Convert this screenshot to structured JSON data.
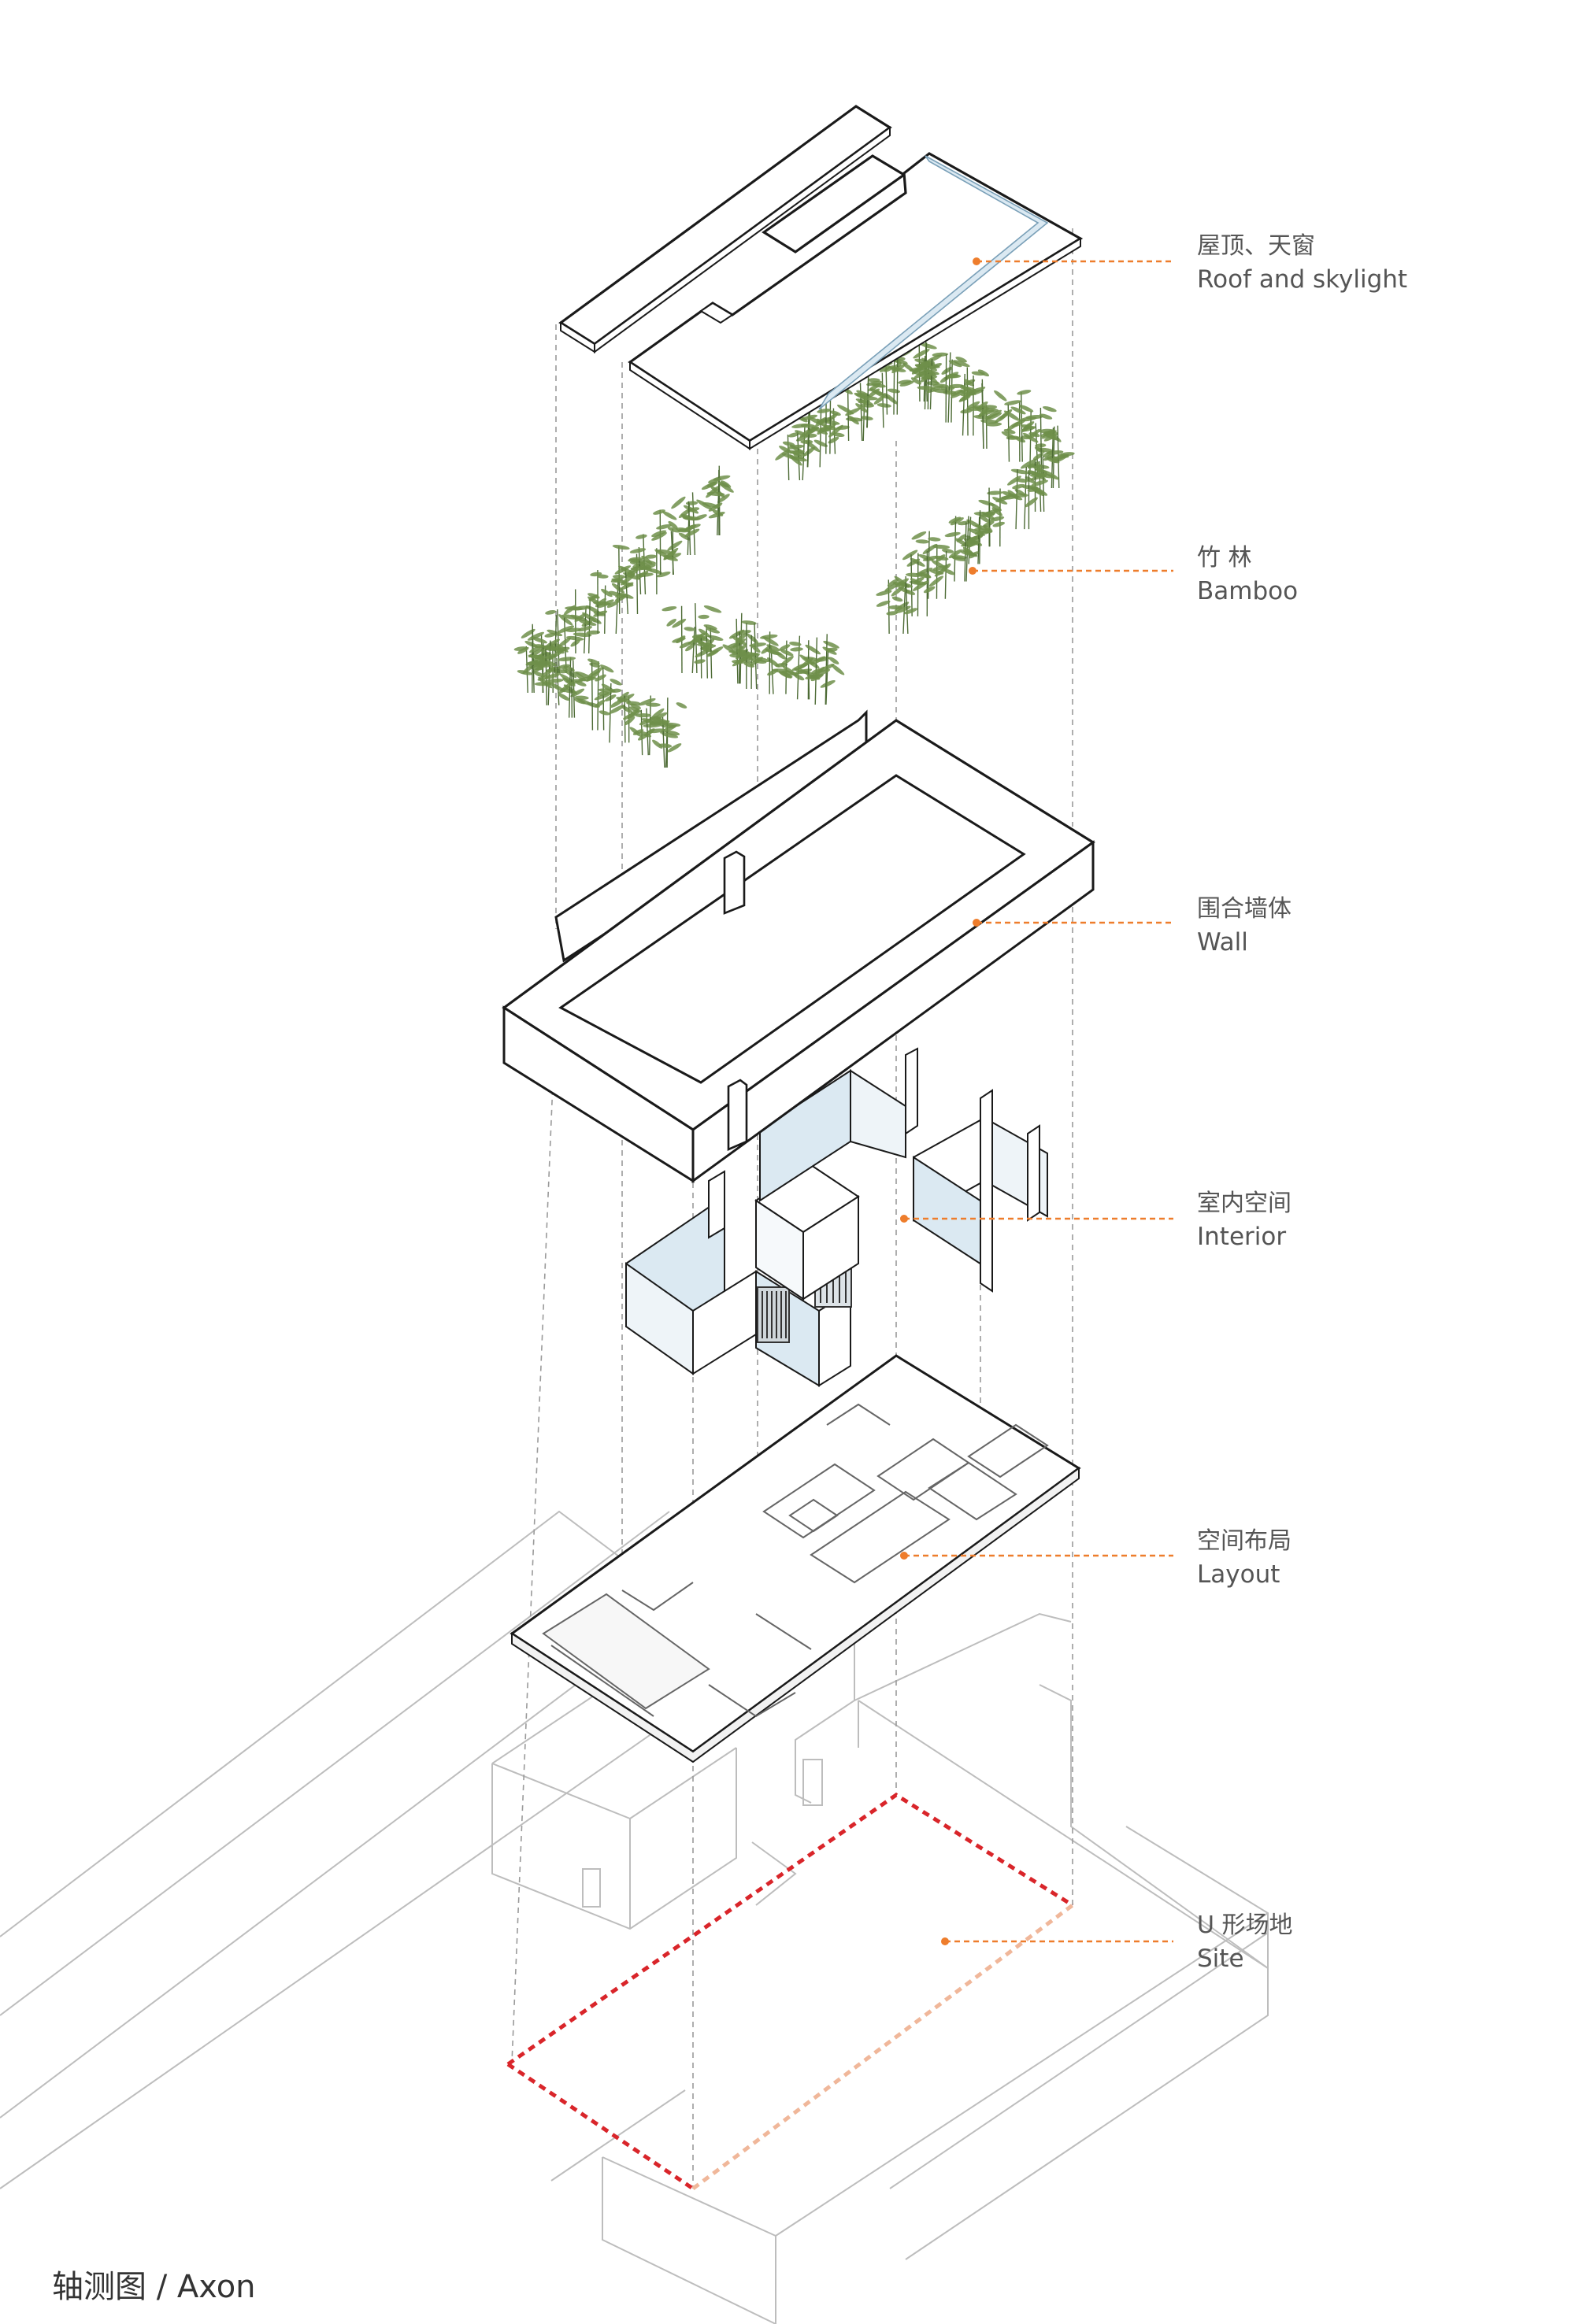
{
  "caption": "轴测图 / Axon",
  "layers": [
    {
      "id": "roof",
      "label_cn": "屋顶、天窗",
      "label_en": "Roof and skylight"
    },
    {
      "id": "bamboo",
      "label_cn": "竹 林",
      "label_en": "Bamboo"
    },
    {
      "id": "wall",
      "label_cn": "围合墙体",
      "label_en": "Wall"
    },
    {
      "id": "interior",
      "label_cn": "室内空间",
      "label_en": "Interior"
    },
    {
      "id": "layout",
      "label_cn": "空间布局",
      "label_en": "Layout"
    },
    {
      "id": "site",
      "label_cn": "U 形场地",
      "label_en": "Site"
    }
  ],
  "colors": {
    "leader": "#ee7d2c",
    "site_outline": "#d9252a",
    "site_outline_hidden": "#f0b79a",
    "bamboo": "#6f8f4a",
    "glass": "#dbe9f2",
    "line": "#1a1a1a",
    "ghost_line": "#b8b8b8"
  }
}
